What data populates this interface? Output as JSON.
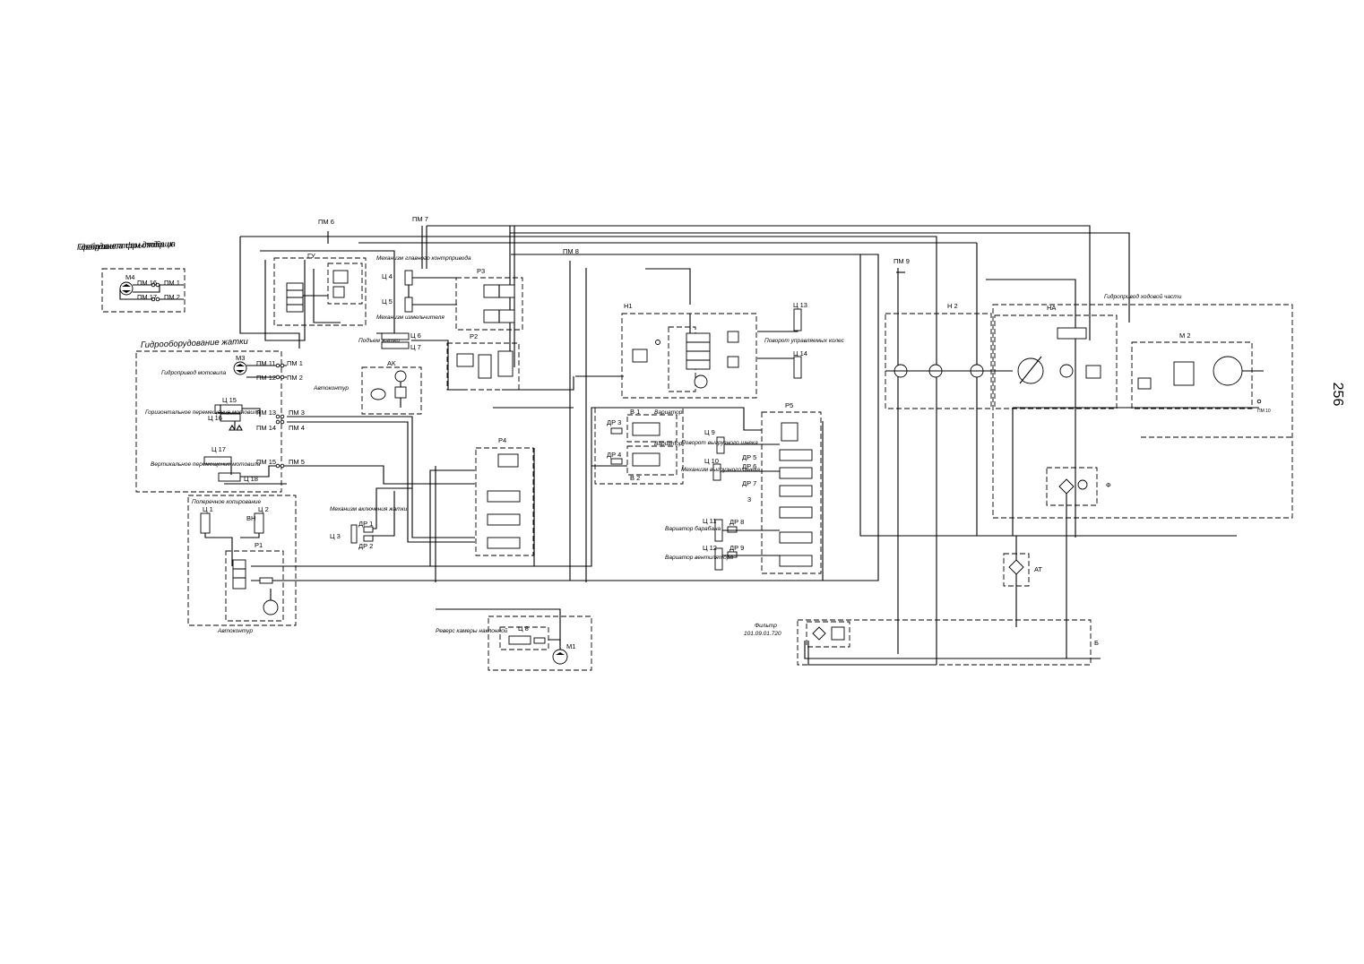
{
  "page_number": "256",
  "sections": {
    "platform": "Гидрооборудование платформы для подборщика",
    "lift_arm": "Гидрооборудование жатки",
    "travel_drive": "Гидропривод ходовой части",
    "feeder_reverse": "Реверс камеры наклонной",
    "cross_conveyor": "Поперечное копирование"
  },
  "captions": {
    "mot_drive": "Гидропривод мотовила",
    "mot_horizontal": "Горизонтальное перемещение мотовила",
    "mot_vertical": "Вертикальное перемещение мотовила",
    "autocontour_left": "Автоконтур",
    "autocontour_bottom": "Автоконтур",
    "main_header_lift": "Механизм главного контрпривода",
    "unloader_cyl": "Механизм измельчителя",
    "lift_header": "Подъем жатки",
    "clutch_header": "Механизм включения жатки",
    "steer_wheels": "Поворот управляемых колес",
    "auger_turn": "Поворот выгрузного шнека",
    "auger_engage": "Механизм выгрузного шнека",
    "variator_top": "Вариатор",
    "variator_bottom": "Вариатор",
    "variator_drum": "Вариатор барабана",
    "variator_fan": "Вариатор вентилятора",
    "filter": "Фильтр",
    "filter_code": "101.09.01.720"
  },
  "labels": {
    "M4": "М4",
    "PM16": "ПМ 16",
    "PM1a": "ПМ 1",
    "PM17": "ПМ 17",
    "PM2a": "ПМ 2",
    "M3": "М3",
    "PM11": "ПМ 11",
    "PM1b": "ПМ 1",
    "PM12": "ПМ 12",
    "PM2b": "ПМ 2",
    "C15": "Ц 15",
    "C16": "Ц 16",
    "PM13": "ПМ 13",
    "PM3": "ПМ 3",
    "PM14": "ПМ 14",
    "PM4": "ПМ 4",
    "C17": "Ц 17",
    "C18": "Ц 18",
    "PM15": "ПМ 15",
    "PM5": "ПМ 5",
    "C1": "Ц 1",
    "C2": "Ц 2",
    "VN": "ВН",
    "P1": "Р1",
    "PM6": "ПМ 6",
    "GU": "ГУ",
    "PM7": "ПМ 7",
    "PM8": "ПМ 8",
    "PM9": "ПМ 9",
    "C4": "Ц 4",
    "C5": "Ц 5",
    "P3": "Р3",
    "C6": "Ц 6",
    "C7": "Ц 7",
    "P2": "Р2",
    "AK": "АК",
    "C3": "Ц 3",
    "DR1": "ДР 1",
    "DR2": "ДР 2",
    "P4": "Р4",
    "C8": "Ц 8",
    "M1": "М1",
    "H1": "Н1",
    "C13": "Ц 13",
    "C14": "Ц 14",
    "B1": "В 1",
    "B2": "В 2",
    "DR3": "ДР 3",
    "DR4": "ДР 4",
    "C9": "Ц 9",
    "C10": "Ц 10",
    "DR5": "ДР 5",
    "DR6": "ДР 6",
    "DR7": "ДР 7",
    "X3": "3",
    "C11": "Ц 11",
    "C12": "Ц 12",
    "DR8": "ДР 8",
    "DR9": "ДР 9",
    "P5": "Р5",
    "H2": "Н 2",
    "HA": "НА",
    "M2": "М 2",
    "PM10": "ПМ 10",
    "F": "Ф",
    "AT": "АТ",
    "B": "Б"
  }
}
